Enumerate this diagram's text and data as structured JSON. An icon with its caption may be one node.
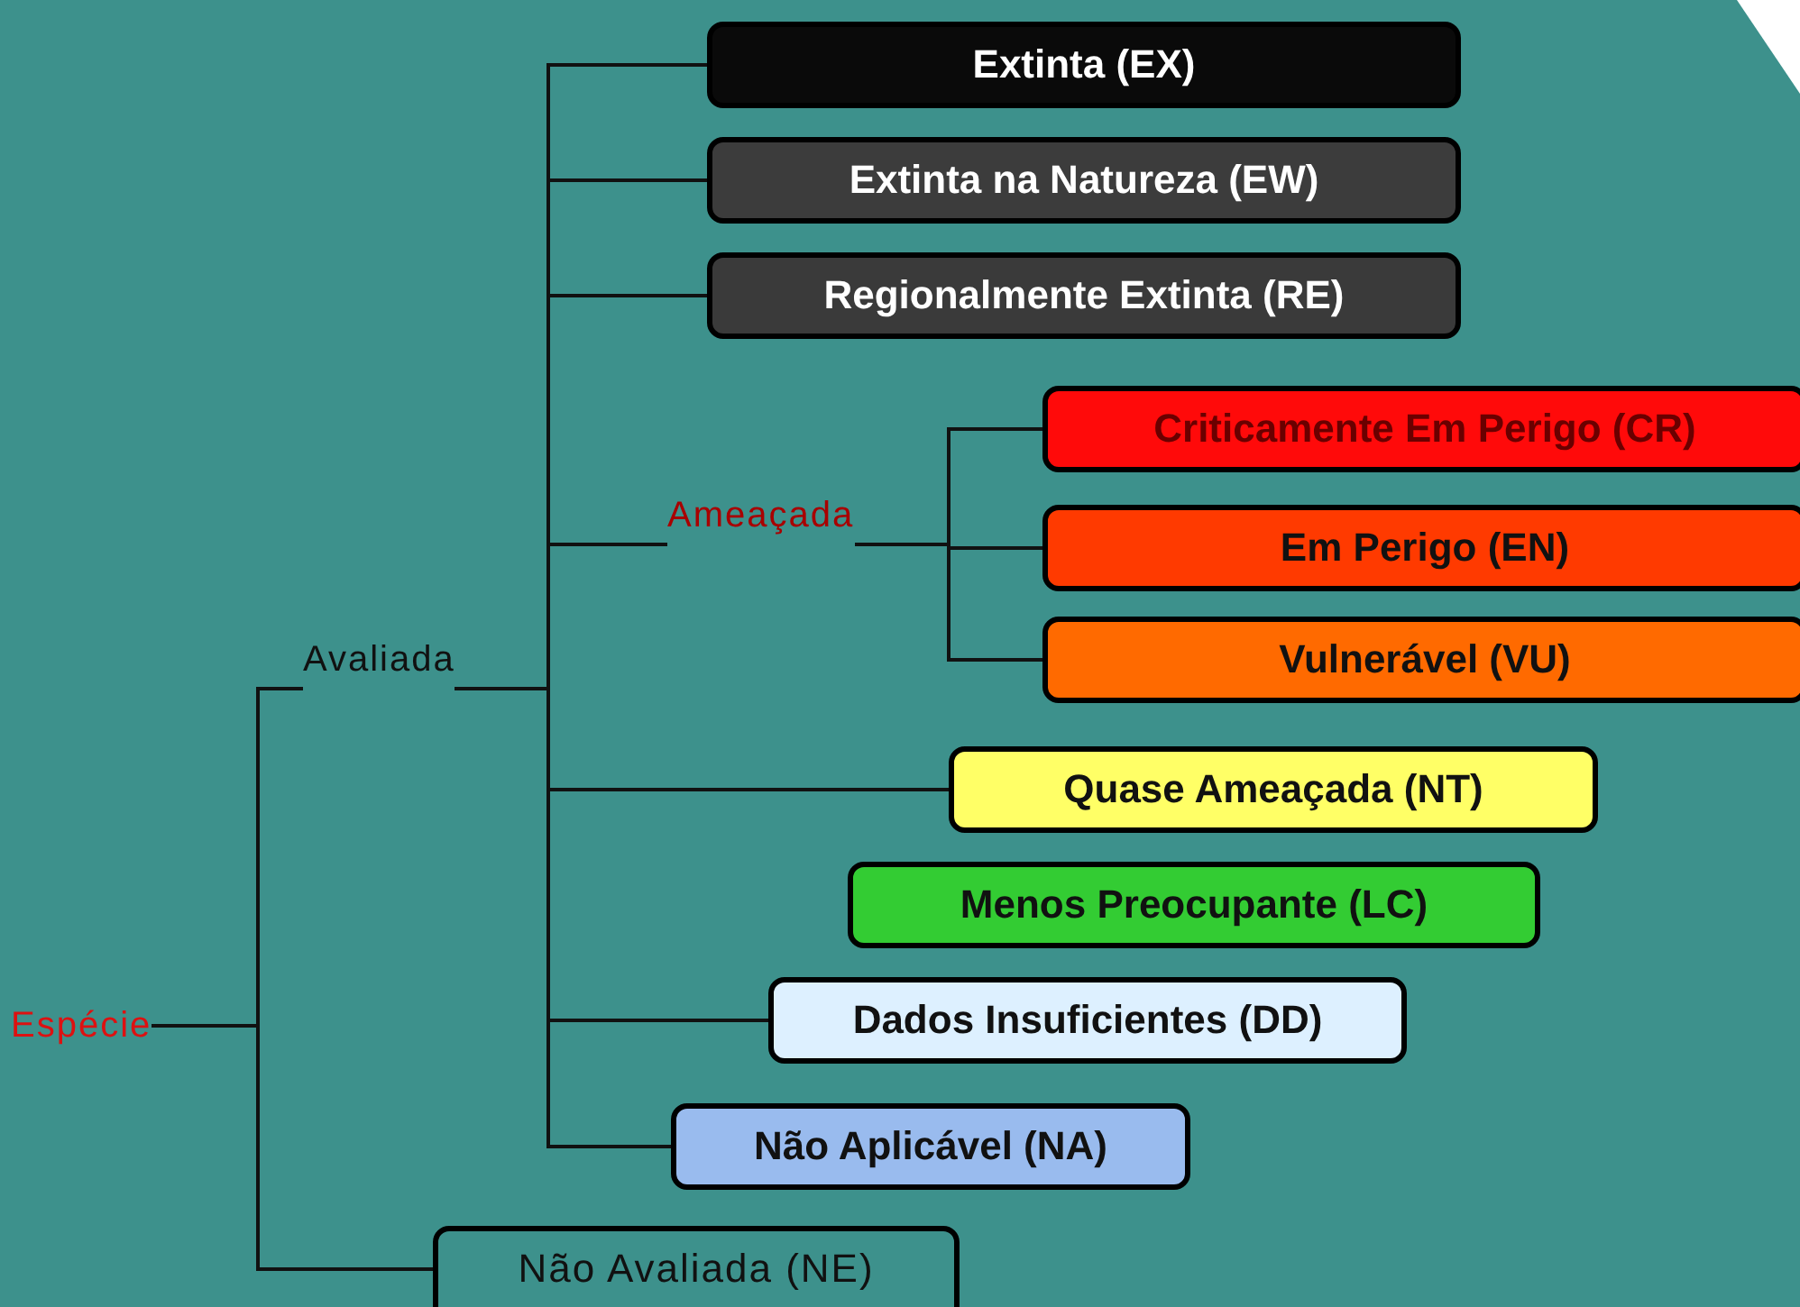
{
  "diagram": {
    "nodes": [
      {
        "text": [
          "Espécie"
        ]
      },
      {
        "text": [
          "Avaliada"
        ]
      },
      {
        "text": [
          "Extinta (EX)"
        ]
      },
      {
        "text": [
          "Extinta na Natureza (EW)"
        ]
      },
      {
        "text": [
          "Regionalmente Extinta (RE)"
        ]
      },
      {
        "text": [
          "Ameaçada"
        ]
      },
      {
        "text": [
          "Criticamente Em Perigo (CR)"
        ]
      },
      {
        "text": [
          "Em Perigo (EN)"
        ]
      },
      {
        "text": [
          "Vulnerável (VU)"
        ]
      },
      {
        "text": [
          "Quase Ameaçada (NT)"
        ]
      },
      {
        "text": [
          "Menos Preocupante (LC)"
        ]
      },
      {
        "text": [
          "Dados Insuficientes (DD)"
        ]
      },
      {
        "text": [
          "Não Aplicável (NA)"
        ]
      },
      {
        "text": [
          "Não Avaliada (NE)"
        ]
      }
    ],
    "edges": [
      {
        "from": 0,
        "to": 1,
        "arrow": "none"
      },
      {
        "from": 0,
        "to": 13,
        "arrow": "none"
      },
      {
        "from": 1,
        "to": 2,
        "arrow": "none"
      },
      {
        "from": 1,
        "to": 3,
        "arrow": "none"
      },
      {
        "from": 1,
        "to": 4,
        "arrow": "none"
      },
      {
        "from": 1,
        "to": 5,
        "arrow": "none"
      },
      {
        "from": 1,
        "to": 9,
        "arrow": "none"
      },
      {
        "from": 1,
        "to": 11,
        "arrow": "none"
      },
      {
        "from": 1,
        "to": 12,
        "arrow": "none"
      },
      {
        "from": 5,
        "to": 6,
        "arrow": "none"
      },
      {
        "from": 5,
        "to": 7,
        "arrow": "none"
      },
      {
        "from": 5,
        "to": 8,
        "arrow": "none"
      }
    ]
  }
}
